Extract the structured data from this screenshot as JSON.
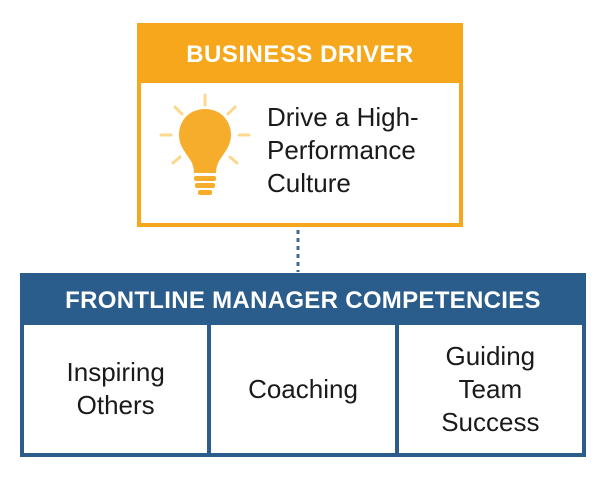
{
  "driver": {
    "title": "BUSINESS DRIVER",
    "text_lines": [
      "Drive a High-",
      "Performance",
      "Culture"
    ],
    "icon": "lightbulb-icon",
    "color": "#f6a71c",
    "icon_color": "#f7ad2c",
    "ray_color": "#fcd88f"
  },
  "competencies": {
    "title": "FRONTLINE MANAGER COMPETENCIES",
    "color": "#2a5c8c",
    "items": [
      {
        "lines": [
          "Inspiring",
          "Others"
        ]
      },
      {
        "lines": [
          "Coaching"
        ]
      },
      {
        "lines": [
          "Guiding",
          "Team",
          "Success"
        ]
      }
    ]
  },
  "connector_color": "#3f6a93"
}
